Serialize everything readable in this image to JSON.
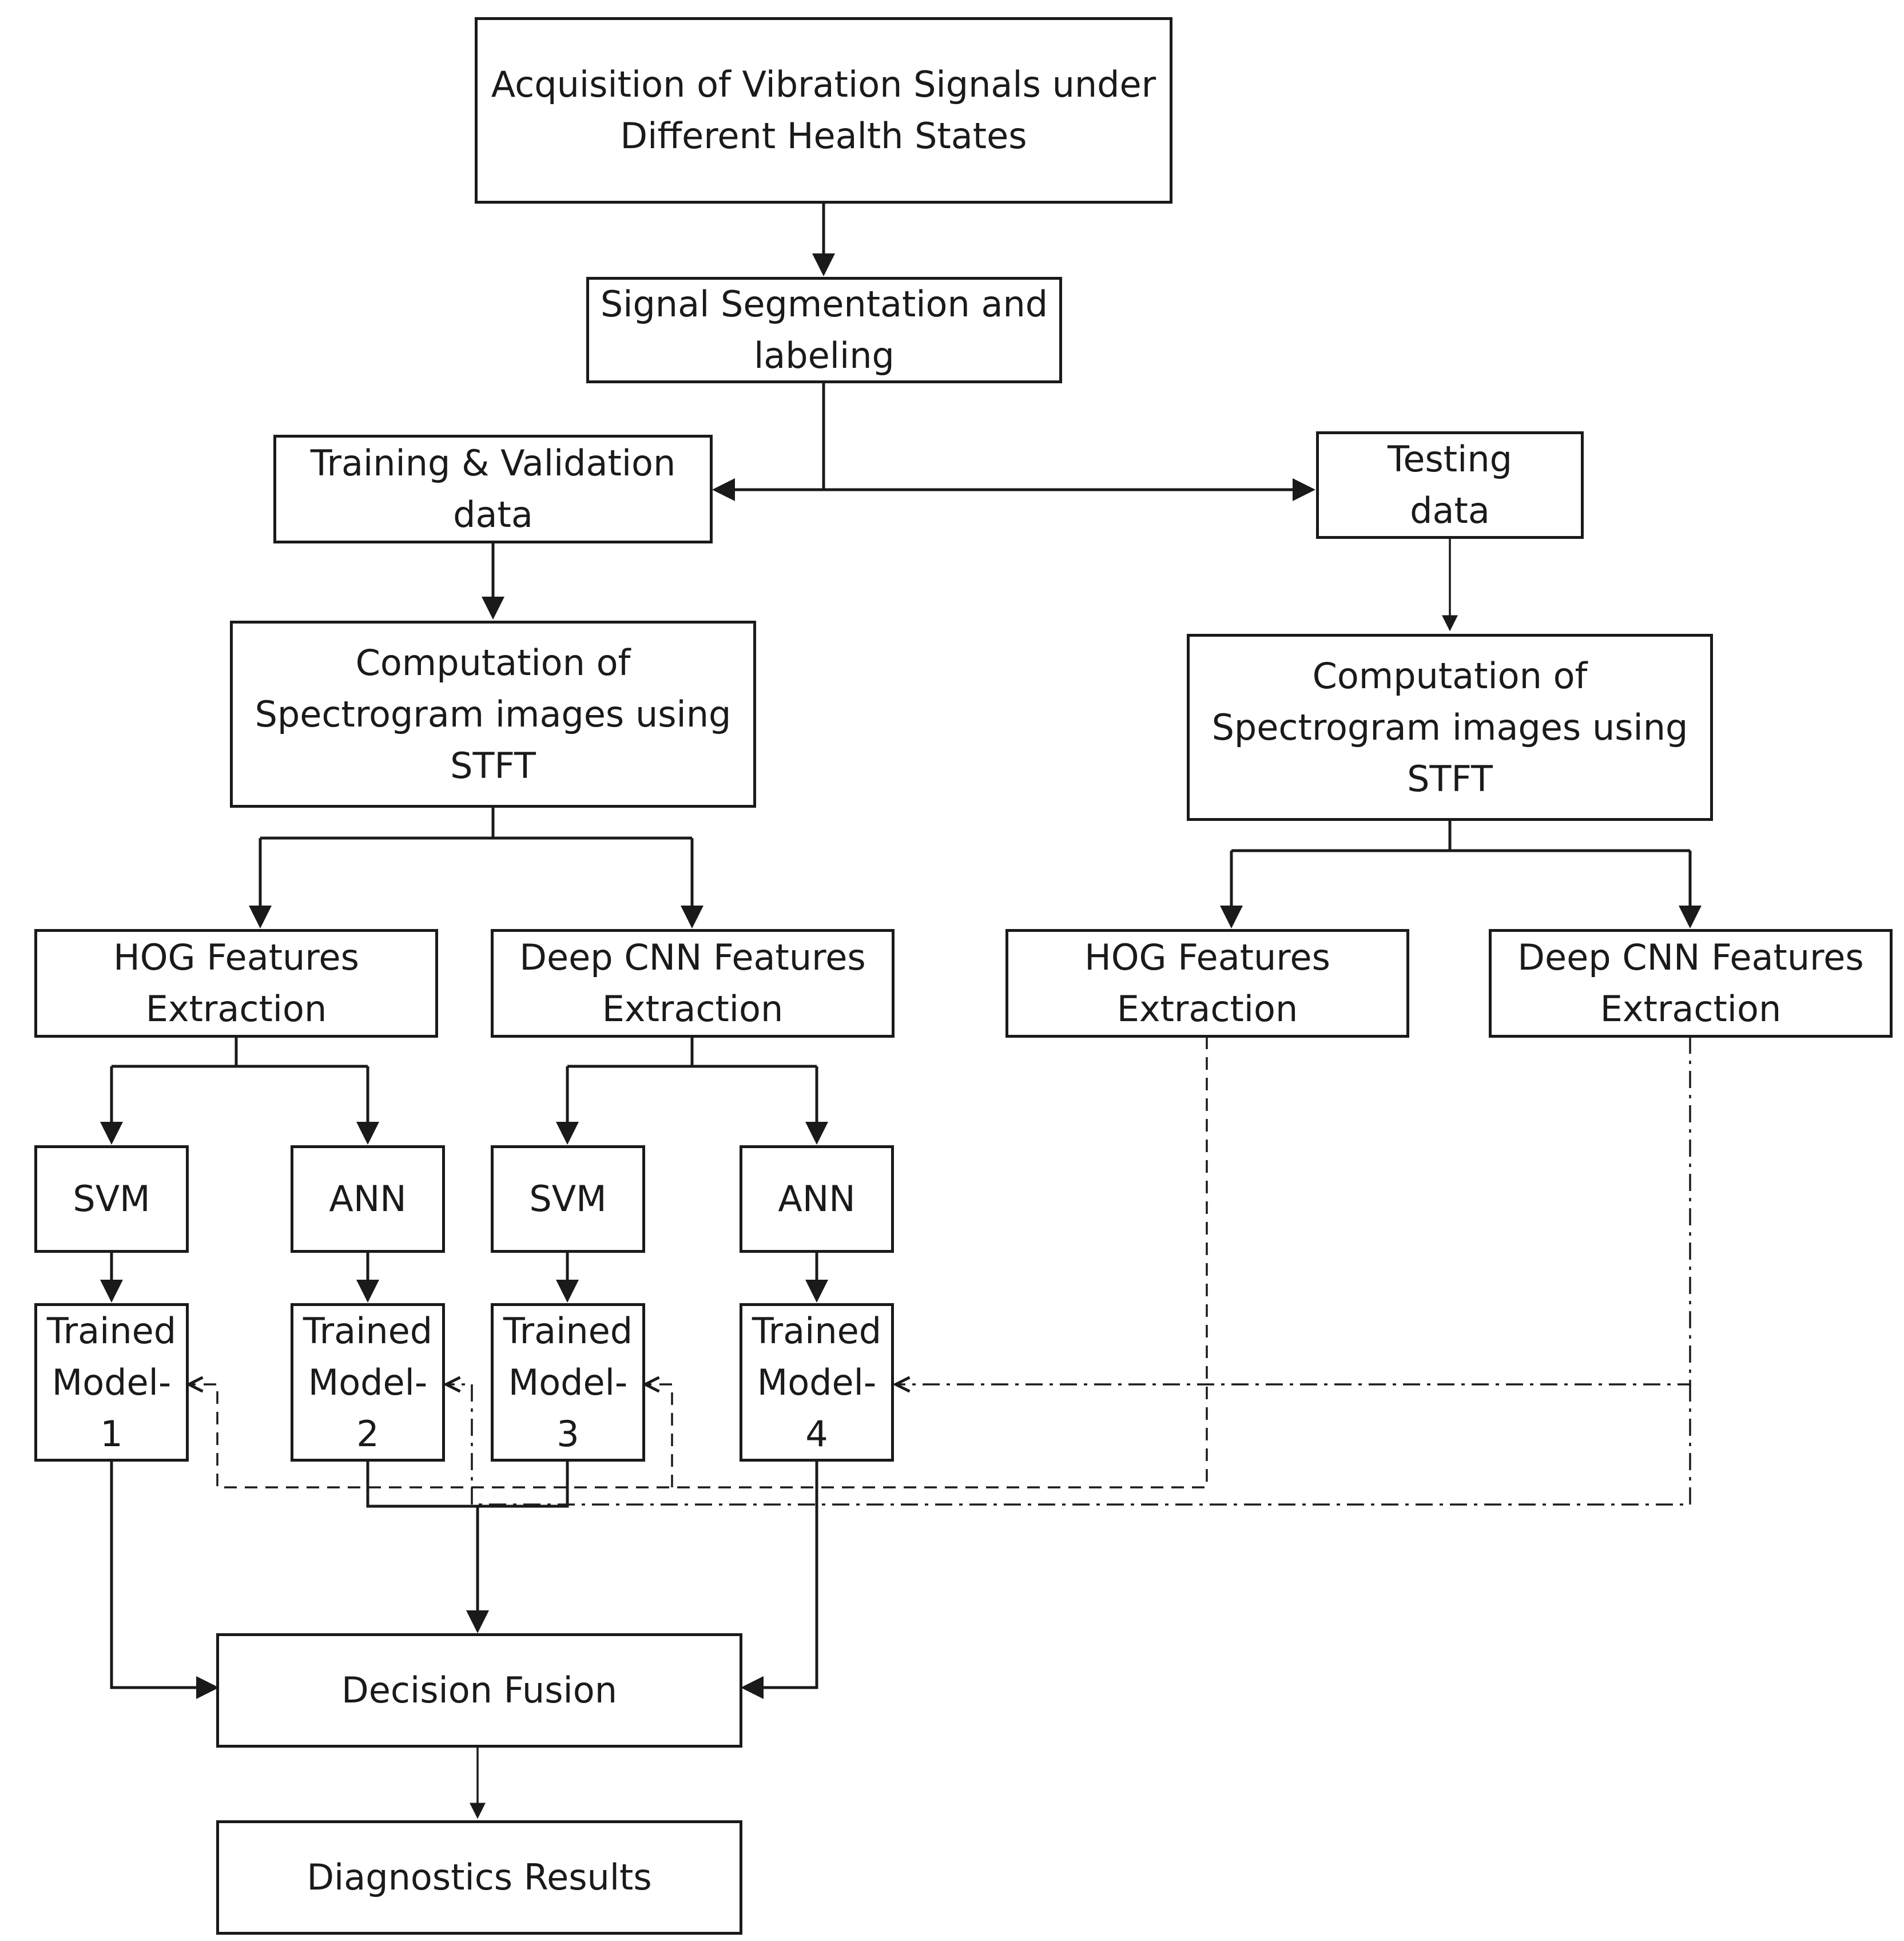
{
  "colors": {
    "stroke": "#1a1a1a",
    "background": "#ffffff"
  },
  "nodes": {
    "acquisition": "Acquisition of Vibration Signals under\nDifferent Health States",
    "segmentation": "Signal Segmentation and\nlabeling",
    "train_val": "Training & Validation\ndata",
    "testing": "Testing\ndata",
    "spectrogram_train": "Computation of\nSpectrogram images using\nSTFT",
    "spectrogram_test": "Computation of\nSpectrogram images using\nSTFT",
    "hog_train": "HOG Features\nExtraction",
    "cnn_train": "Deep CNN Features\nExtraction",
    "hog_test": "HOG Features\nExtraction",
    "cnn_test": "Deep CNN Features\nExtraction",
    "svm_1": "SVM",
    "ann_1": "ANN",
    "svm_2": "SVM",
    "ann_2": "ANN",
    "model_1": "Trained\nModel-\n1",
    "model_2": "Trained\nModel-\n2",
    "model_3": "Trained\nModel-\n3",
    "model_4": "Trained\nModel-\n4",
    "fusion": "Decision Fusion",
    "results": "Diagnostics Results"
  }
}
